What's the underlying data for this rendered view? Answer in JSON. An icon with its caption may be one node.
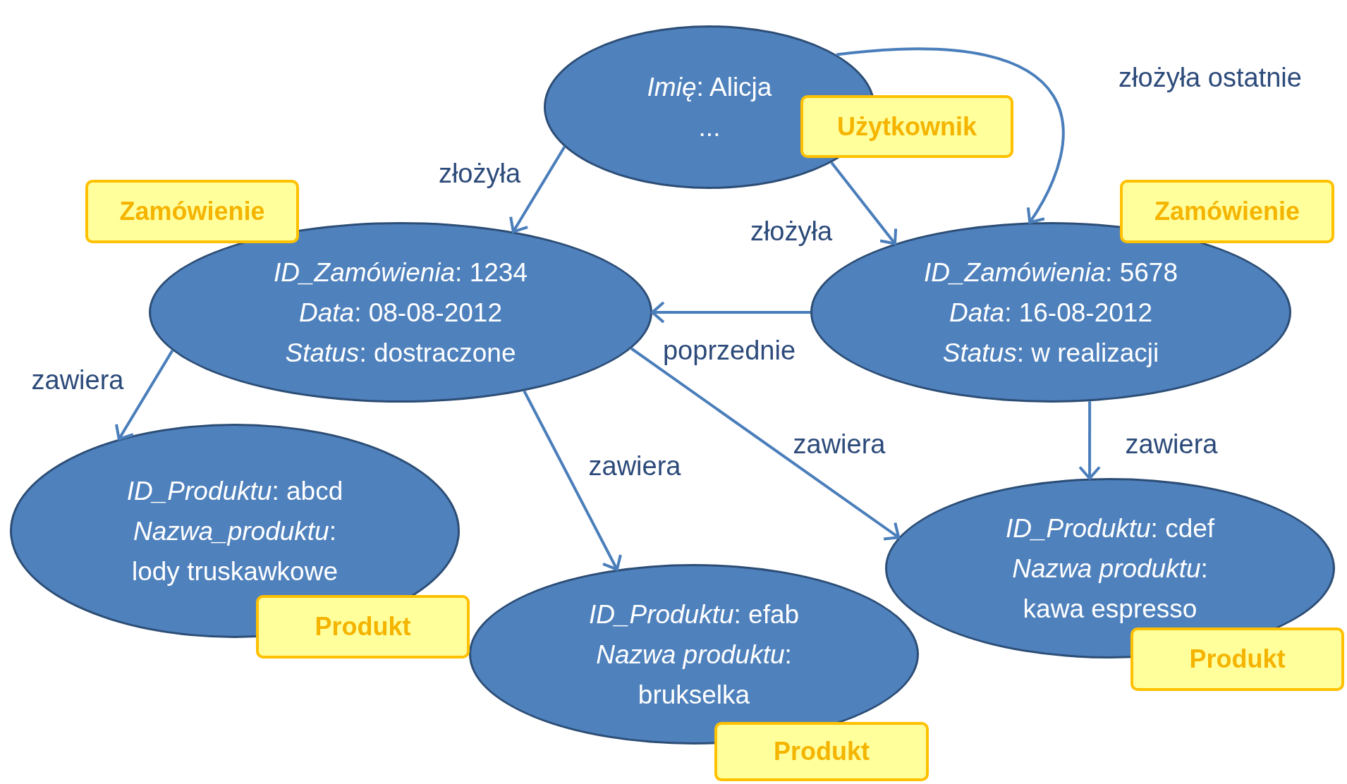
{
  "diagram": {
    "nodes": [
      {
        "text": [
          "*Imię*: Alicja",
          "..."
        ]
      },
      {
        "text": [
          "Użytkownik"
        ]
      },
      {
        "text": [
          "*ID_Zamówienia*: 1234",
          "*Data*: 08-08-2012",
          "*Status*: dostraczone"
        ]
      },
      {
        "text": [
          "Zamówienie"
        ]
      },
      {
        "text": [
          "*ID_Zamówienia*: 5678",
          "*Data*: 16-08-2012",
          "*Status*: w realizacji"
        ]
      },
      {
        "text": [
          "Zamówienie"
        ]
      },
      {
        "text": [
          "*ID_Produktu*: abcd",
          "*Nazwa_produktu*: lody truskawkowe"
        ]
      },
      {
        "text": [
          "Produkt"
        ]
      },
      {
        "text": [
          "*ID_Produktu*: efab",
          "*Nazwa produktu*: brukselka"
        ]
      },
      {
        "text": [
          "Produkt"
        ]
      },
      {
        "text": [
          "*ID_Produktu*: cdef",
          "*Nazwa produktu*: kawa espresso"
        ]
      },
      {
        "text": [
          "Produkt"
        ]
      }
    ],
    "edges": [
      {
        "from": 0,
        "to": 2,
        "arrow": "to",
        "label": "złożyła"
      },
      {
        "from": 0,
        "to": 4,
        "arrow": "to",
        "label": "złożyła"
      },
      {
        "from": 0,
        "to": 4,
        "arrow": "to",
        "label": "złożyła ostatnie"
      },
      {
        "from": 4,
        "to": 2,
        "arrow": "to",
        "label": "poprzednie"
      },
      {
        "from": 2,
        "to": 6,
        "arrow": "to",
        "label": "zawiera"
      },
      {
        "from": 2,
        "to": 8,
        "arrow": "to",
        "label": "zawiera"
      },
      {
        "from": 2,
        "to": 10,
        "arrow": "to",
        "label": "zawiera"
      },
      {
        "from": 4,
        "to": 10,
        "arrow": "to",
        "label": "zawiera"
      }
    ]
  }
}
